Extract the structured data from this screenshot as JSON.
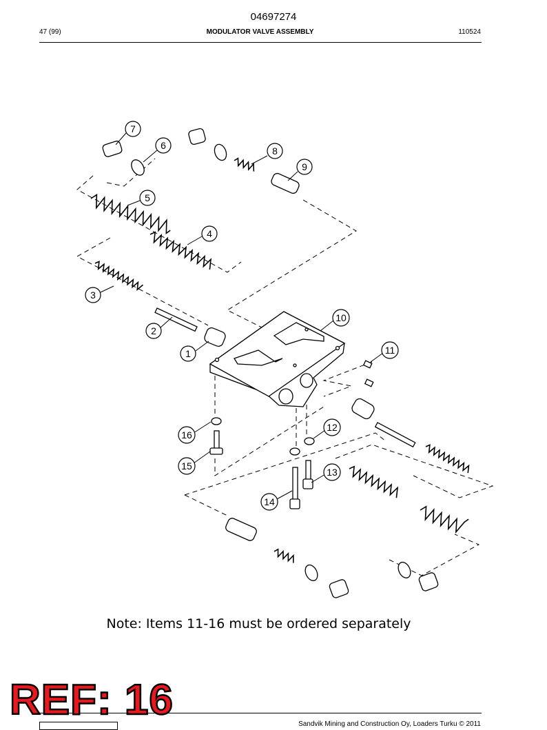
{
  "header": {
    "doc_number": "04697274",
    "page": "47 (99)",
    "title": "MODULATOR VALVE ASSEMBLY",
    "date_code": "110524"
  },
  "figure": {
    "callouts": [
      "1",
      "2",
      "3",
      "4",
      "5",
      "6",
      "7",
      "8",
      "9",
      "10",
      "11",
      "12",
      "13",
      "14",
      "15",
      "16"
    ]
  },
  "note": "Note: Items 11-16 must be ordered separately",
  "stamp": "REF: 16",
  "footer": {
    "copyright": "Sandvik Mining and Construction Oy, Loaders Turku © 2011"
  },
  "colors": {
    "stamp_fill": "#e8191e",
    "stamp_outline": "#000000"
  }
}
